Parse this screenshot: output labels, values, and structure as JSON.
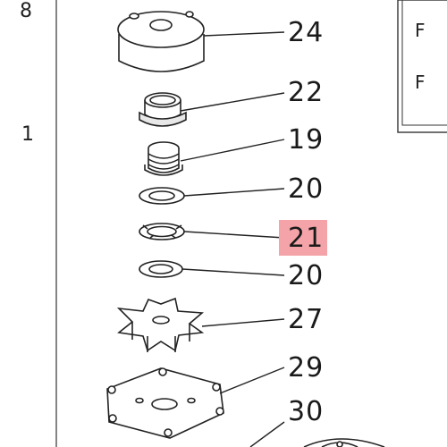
{
  "margin": {
    "top_label": "8",
    "side_label": "1"
  },
  "side_table": {
    "row_a": "F",
    "row_b": "F"
  },
  "callouts": [
    {
      "number": "24",
      "part": "pump-housing"
    },
    {
      "number": "22",
      "part": "insert-cartridge"
    },
    {
      "number": "19",
      "part": "spring-insert"
    },
    {
      "number": "20",
      "part": "gasket-upper"
    },
    {
      "number": "21",
      "part": "plate-ring",
      "highlighted": true
    },
    {
      "number": "20",
      "part": "gasket-lower"
    },
    {
      "number": "27",
      "part": "impeller"
    },
    {
      "number": "29",
      "part": "outer-plate"
    },
    {
      "number": "30",
      "part": "cartridge-lower"
    }
  ],
  "colors": {
    "ink": "#1a1a1a",
    "highlight": "#f4a4a8",
    "background": "#ffffff"
  }
}
